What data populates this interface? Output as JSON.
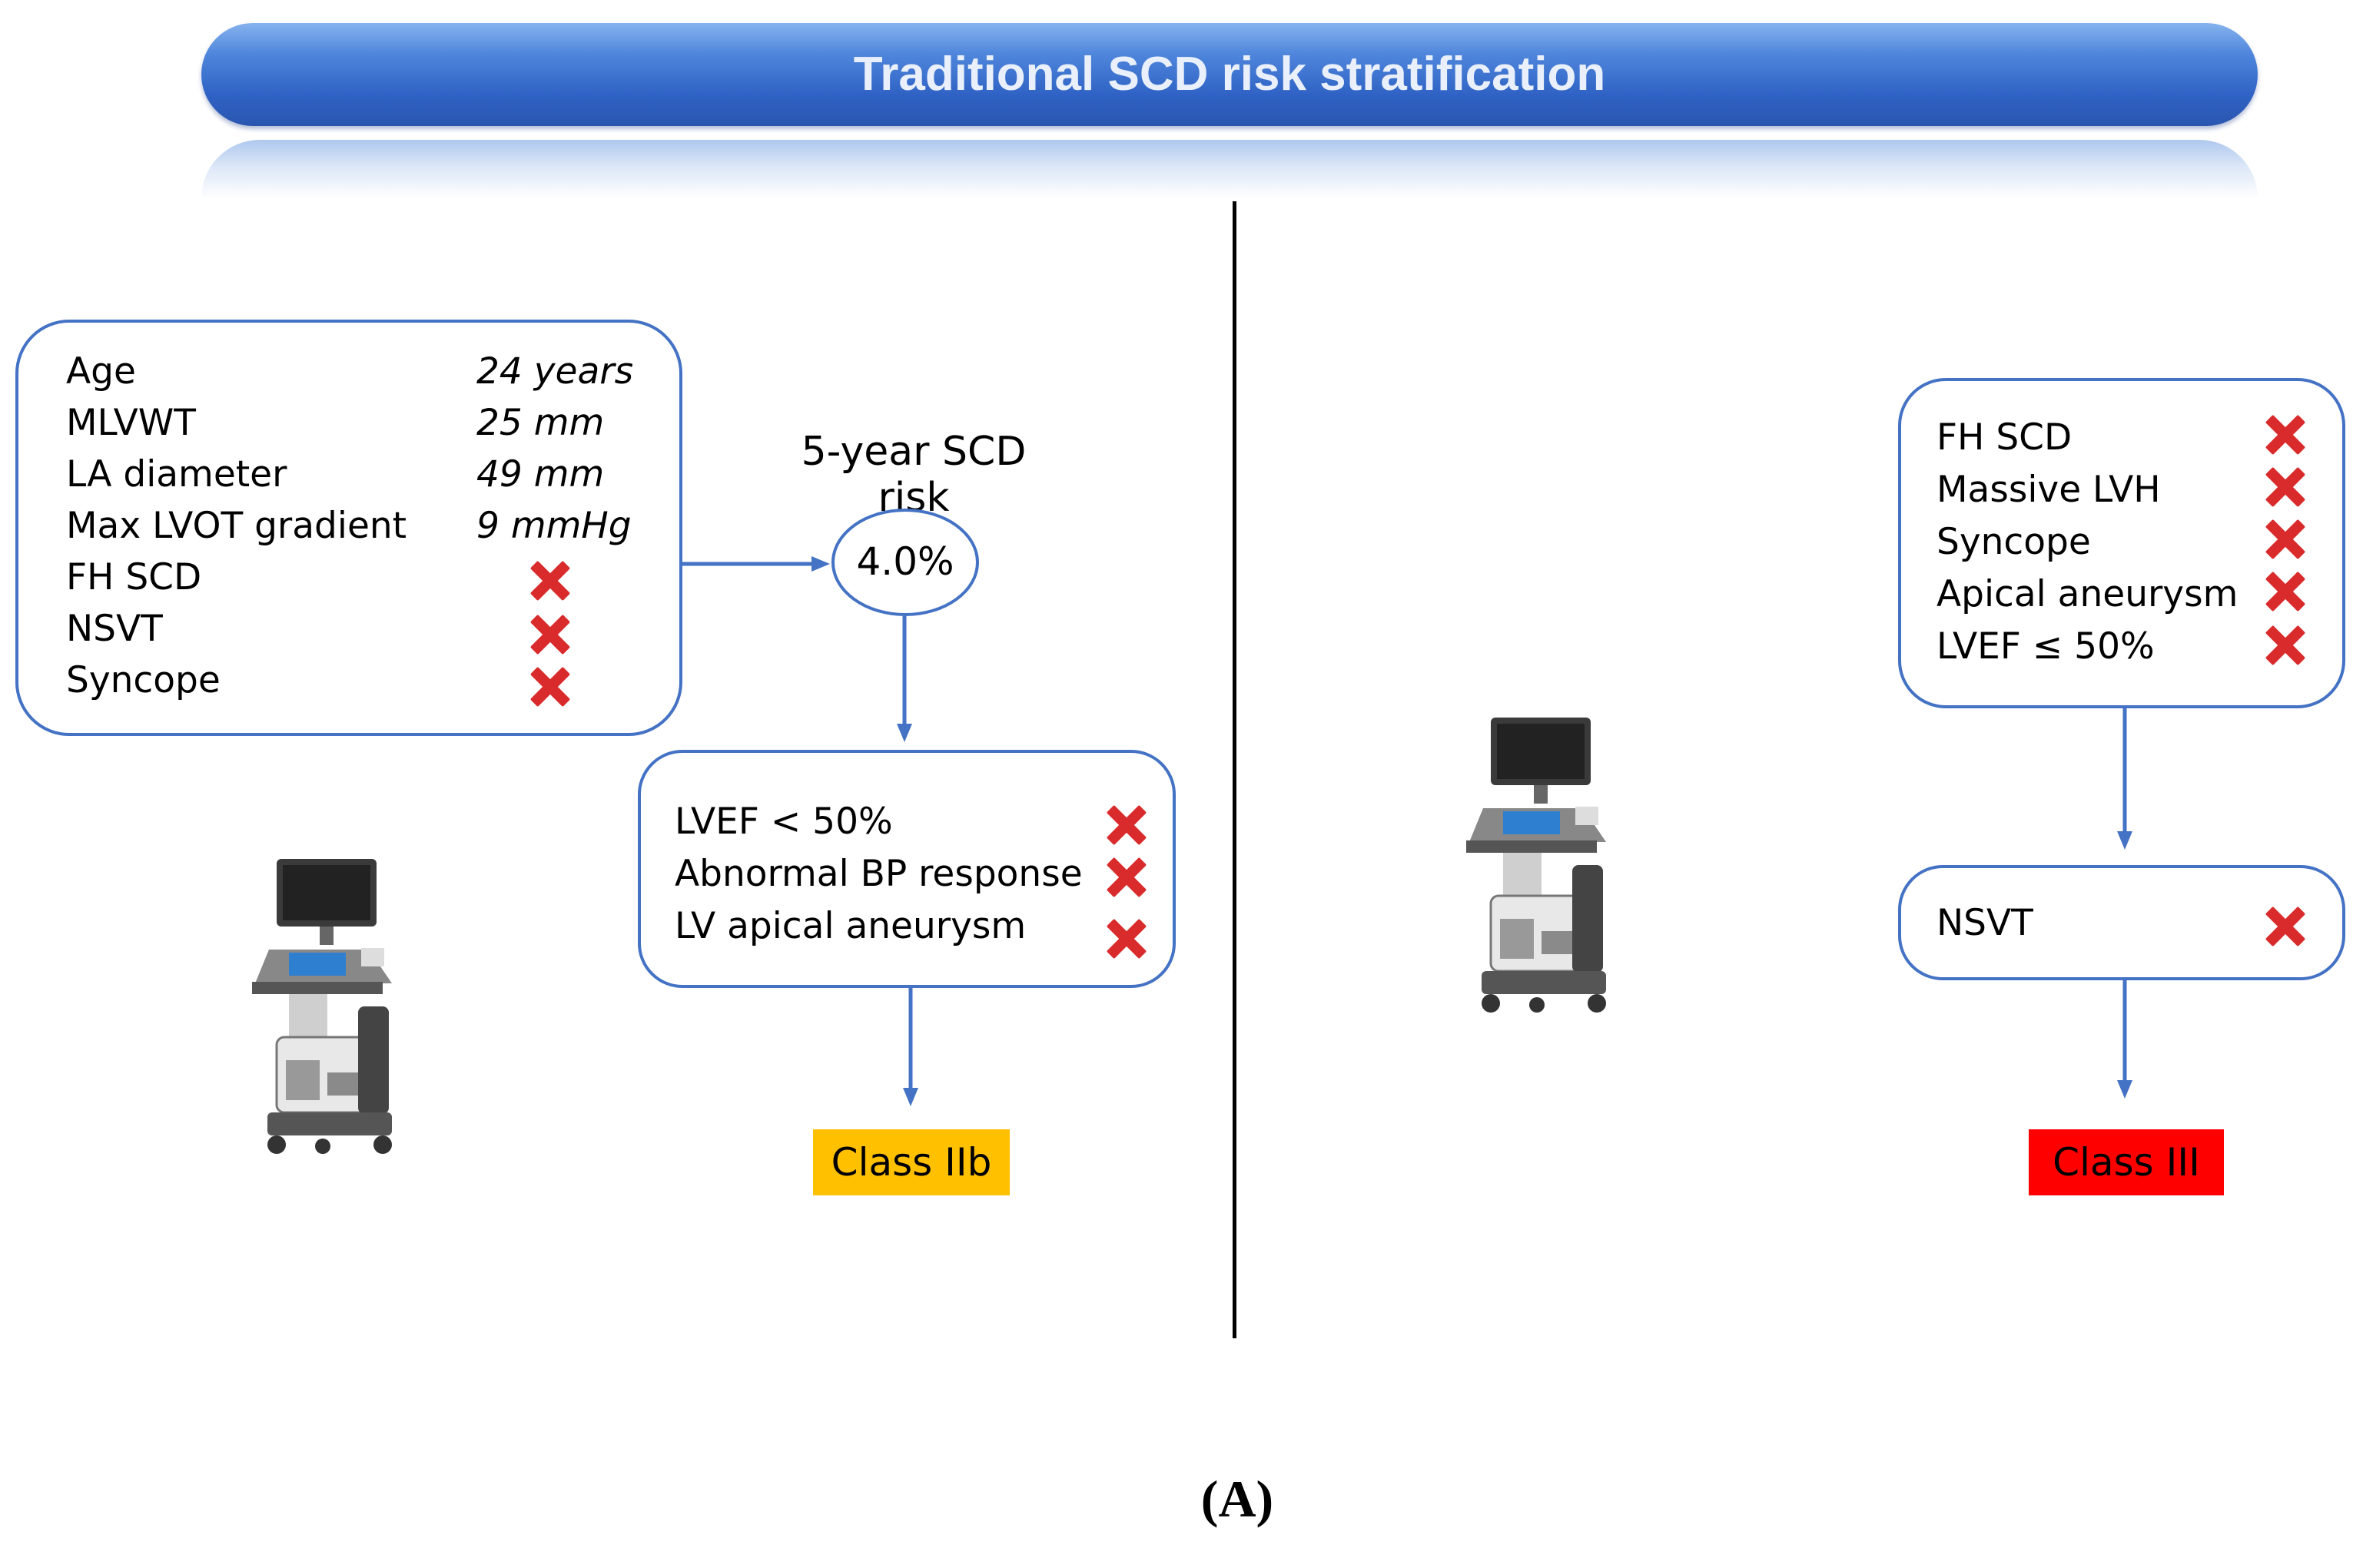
{
  "title": "Traditional SCD risk stratification",
  "left_panel": {
    "params": [
      {
        "label": "Age",
        "value": "24 years"
      },
      {
        "label": "MLVWT",
        "value": "25 mm"
      },
      {
        "label": "LA diameter",
        "value": "49 mm"
      },
      {
        "label": "Max LVOT gradient",
        "value": "9 mmHg"
      },
      {
        "label": "FH SCD",
        "status": "absent"
      },
      {
        "label": "NSVT",
        "status": "absent"
      },
      {
        "label": "Syncope",
        "status": "absent"
      }
    ],
    "risk_label": "5-year SCD risk",
    "risk_value": "4.0%",
    "modifiers": [
      {
        "label": "LVEF < 50%",
        "status": "absent"
      },
      {
        "label": "Abnormal BP response",
        "status": "absent"
      },
      {
        "label": "LV apical aneurysm",
        "status": "absent"
      }
    ],
    "class_label": "Class IIb",
    "class_color": "#ffc000"
  },
  "right_panel": {
    "criteria": [
      {
        "label": "FH SCD",
        "status": "absent"
      },
      {
        "label": "Massive LVH",
        "status": "absent"
      },
      {
        "label": "Syncope",
        "status": "absent"
      },
      {
        "label": "Apical aneurysm",
        "status": "absent"
      },
      {
        "label": "LVEF ≤  50%",
        "status": "absent"
      }
    ],
    "secondary": [
      {
        "label": "NSVT",
        "status": "absent"
      }
    ],
    "class_label": "Class III",
    "class_color": "#ff0000"
  },
  "icons": [
    "echocardiography-machine-icon",
    "echocardiography-machine-icon"
  ],
  "colors": {
    "arrow": "#4472c4",
    "box_border": "#4472c4",
    "cross": "#d92b2b"
  },
  "panel_label": "(A)"
}
